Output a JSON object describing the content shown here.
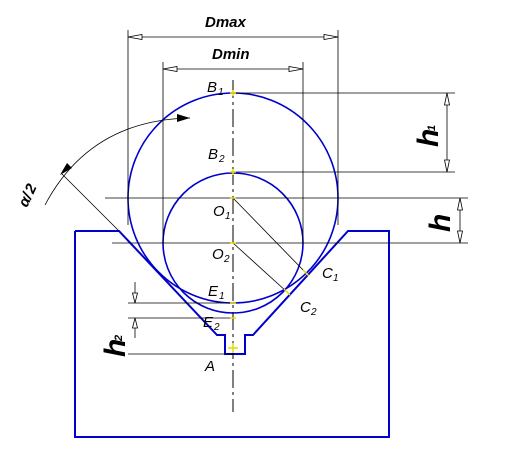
{
  "dimensions": {
    "dmax": "Dmax",
    "dmin": "Dmin",
    "angle_symbol": "α",
    "angle_denominator": "2",
    "h1_symbol": "h",
    "h1_sub": "1",
    "h_symbol": "h",
    "h_sub": "",
    "h2_symbol": "h",
    "h2_sub": "2"
  },
  "points": {
    "B1": {
      "letter": "B",
      "sub": "1"
    },
    "B2": {
      "letter": "B",
      "sub": "2"
    },
    "O1": {
      "letter": "O",
      "sub": "1"
    },
    "O2": {
      "letter": "O",
      "sub": "2"
    },
    "C1": {
      "letter": "C",
      "sub": "1"
    },
    "C2": {
      "letter": "C",
      "sub": "2"
    },
    "E1": {
      "letter": "E",
      "sub": "1"
    },
    "E2": {
      "letter": "E",
      "sub": "2"
    },
    "A": {
      "letter": "A",
      "sub": ""
    }
  },
  "colors": {
    "outline": "#0000cc",
    "dimension": "#000000",
    "marker": "#e6d800"
  }
}
